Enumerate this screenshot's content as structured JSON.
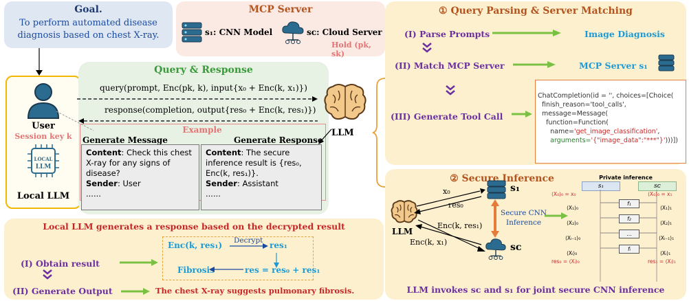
{
  "goal": {
    "title": "Goal.",
    "text_line1": "To perform automated disease",
    "text_line2": "diagnosis based on chest X-ray."
  },
  "mcp": {
    "title": "MCP Server",
    "s1_label": "s₁: CNN Model",
    "sc_label": "sᴄ: Cloud Server",
    "hold": "Hold (pk, sk)"
  },
  "user": {
    "label": "User",
    "session": "Session key k",
    "local_llm": "Local LLM",
    "chip_text1": "LOCAL",
    "chip_text2": "LLM"
  },
  "qr": {
    "title": "Query & Response",
    "query": "query(prompt, Enc(pk, k), input{x₀ + Enc(k, x₁)})",
    "response": "response(completion, output{res₀ + Enc(k, res₁)})",
    "example": "Example",
    "gen_message": "Generate Message",
    "gen_response": "Generate Response",
    "msg_content_label": "Content",
    "msg_content": ": Check this chest X-ray for any signs of disease?",
    "msg_sender_label": "Sender",
    "msg_sender": ": User",
    "resp_content_label": "Content",
    "resp_content": ": The secure inference result is {res₀, Enc(k, res₁)}.",
    "resp_sender_label": "Sender",
    "resp_sender": ": Assistant",
    "ellipsis": "......"
  },
  "llm_label": "LLM",
  "bottom": {
    "title": "Local LLM generates a response based on the decrypted result",
    "obtain": "(I) Obtain result",
    "generate": "(II) Generate Output",
    "output_text": "The chest X-ray suggests pulmonary fibrosis.",
    "enc": "Enc(k, res₁)",
    "decrypt": "Decrypt",
    "res1": "res₁",
    "fibrosis": "Fibrosis",
    "res_eq": "res = res₀ + res₁"
  },
  "qp": {
    "title": "① Query Parsing & Server Matching",
    "step1": "(I) Parse Prompts",
    "step1_out": "Image Diagnosis",
    "step2": "(II) Match MCP Server",
    "step2_out": "MCP Server s₁",
    "step3": "(III) Generate Tool Call",
    "code": {
      "l1a": "ChatCompletion(id = '', choices=[Choice(",
      "l2": "  finish_reason='tool_calls',",
      "l3": "  message=Message(",
      "l4": "    function=Function(",
      "l5a": "      name=",
      "l5b": "'get_image_classification'",
      "l5c": ",",
      "l6a": "      arguments=",
      "l6b": "'{\"image_data\":\"***\"}'",
      "l6c": ")))])"
    }
  },
  "si": {
    "title": "② Secure Inference",
    "llm": "LLM",
    "s1": "s₁",
    "sc": "sᴄ",
    "x0": "x₀",
    "res0": "res₀",
    "enc_res1": "Enc(k, res₁)",
    "enc_x1": "Enc(k, x₁)",
    "secure_cnn_1": "Secure CNN",
    "secure_cnn_2": "Inference",
    "private_inference": "Private inference",
    "col_s1": "s₁",
    "col_sc": "sᴄ",
    "left_rows": [
      "⟨X₀⟩₀ = x₀",
      "⟨X₁⟩₀",
      "⟨X₂⟩₀",
      "⟨Xₗ₋₁⟩₀",
      "⟨Xₗ⟩₀",
      "res₀ = ⟨Xₗ⟩₀"
    ],
    "right_rows": [
      "⟨X₀⟩₀ = x₁",
      "⟨X₁⟩₁",
      "⟨X₂⟩₁",
      "⟨Xₗ₋₁⟩₁",
      "⟨Xₗ⟩₁",
      "res₁ = ⟨Xₗ⟩₁"
    ],
    "funcs": [
      "f₁",
      "f₂",
      "...",
      "fₗ"
    ],
    "caption": "LLM invokes sᴄ and s₁ for joint secure CNN inference"
  },
  "colors": {
    "purple": "#6b2fa0",
    "green": "#3a9a3a",
    "blue": "#1a9ad6",
    "red": "#c62828",
    "orange": "#e6a23c"
  }
}
